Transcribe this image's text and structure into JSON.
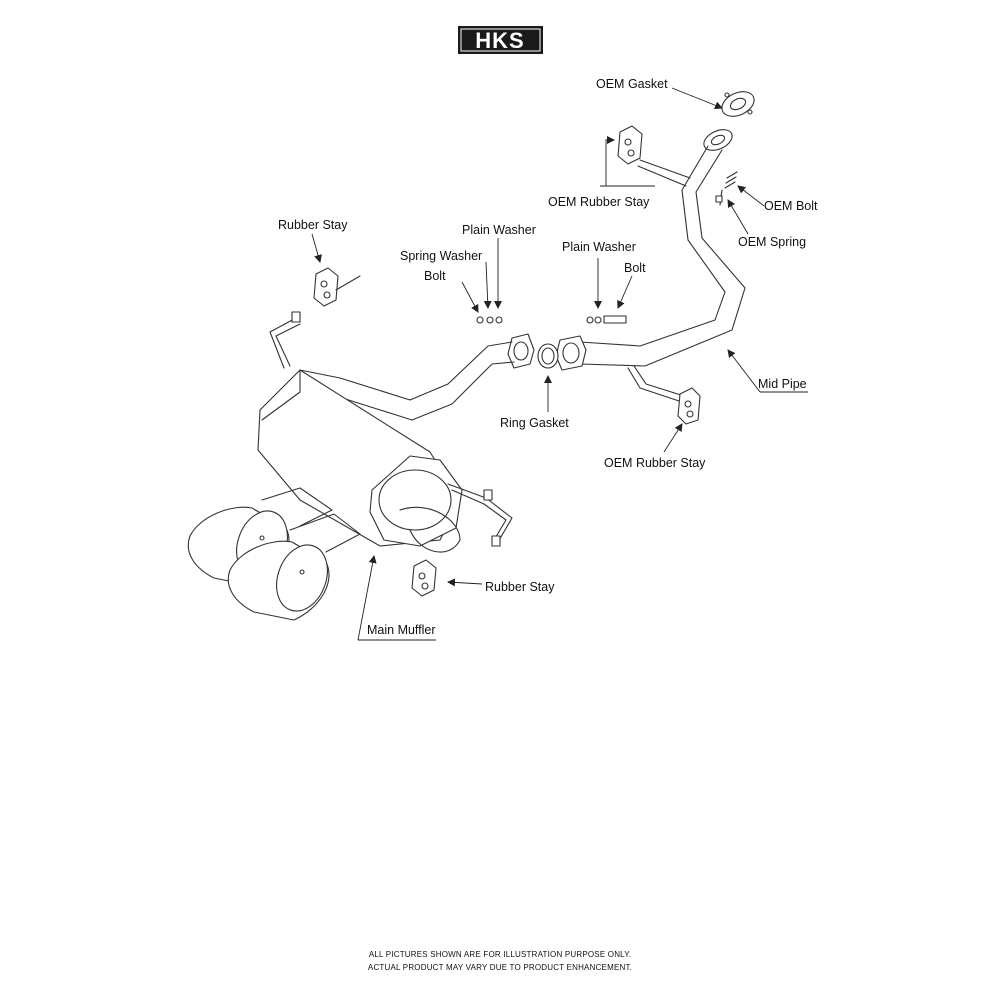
{
  "logo": {
    "text": "HKS"
  },
  "labels": {
    "oem_gasket": "OEM Gasket",
    "oem_rubber_stay_top": "OEM Rubber Stay",
    "oem_bolt": "OEM Bolt",
    "oem_spring": "OEM Spring",
    "rubber_stay_left": "Rubber Stay",
    "plain_washer_1": "Plain Washer",
    "spring_washer": "Spring Washer",
    "bolt_1": "Bolt",
    "plain_washer_2": "Plain Washer",
    "bolt_2": "Bolt",
    "mid_pipe": "Mid Pipe",
    "ring_gasket": "Ring Gasket",
    "oem_rubber_stay_bottom": "OEM Rubber Stay",
    "rubber_stay_bottom": "Rubber Stay",
    "main_muffler": "Main Muffler"
  },
  "footer": {
    "line1": "ALL PICTURES SHOWN ARE FOR ILLUSTRATION PURPOSE ONLY.",
    "line2": "ACTUAL PRODUCT MAY VARY DUE TO PRODUCT ENHANCEMENT."
  }
}
